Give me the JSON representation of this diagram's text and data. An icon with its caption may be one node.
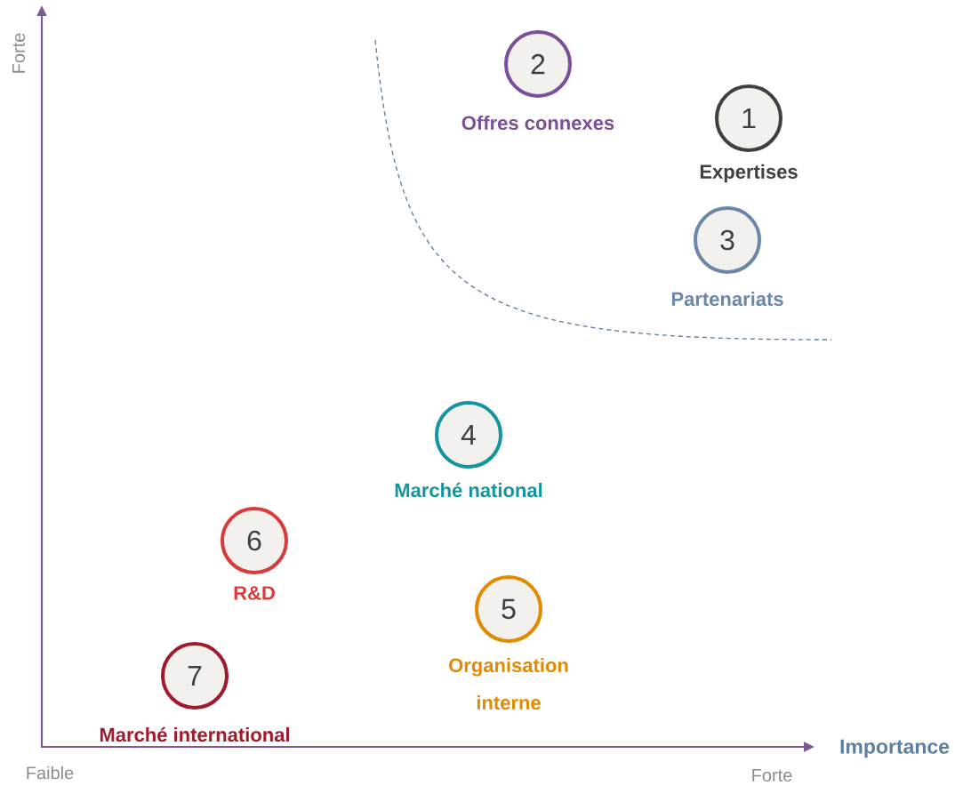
{
  "diagram": {
    "nodes": [
      {
        "text": [
          "1",
          "Expertises"
        ]
      },
      {
        "text": [
          "2",
          "Offres connexes"
        ]
      },
      {
        "text": [
          "3",
          "Partenariats"
        ]
      },
      {
        "text": [
          "4",
          "Marché national"
        ]
      },
      {
        "text": [
          "5",
          "Organisation interne"
        ]
      },
      {
        "text": [
          "6",
          "R&D"
        ]
      },
      {
        "text": [
          "7",
          "Marché international"
        ]
      }
    ],
    "edges": [],
    "labels": [
      "Forte",
      "Importance",
      "Faible",
      "Forte"
    ]
  }
}
